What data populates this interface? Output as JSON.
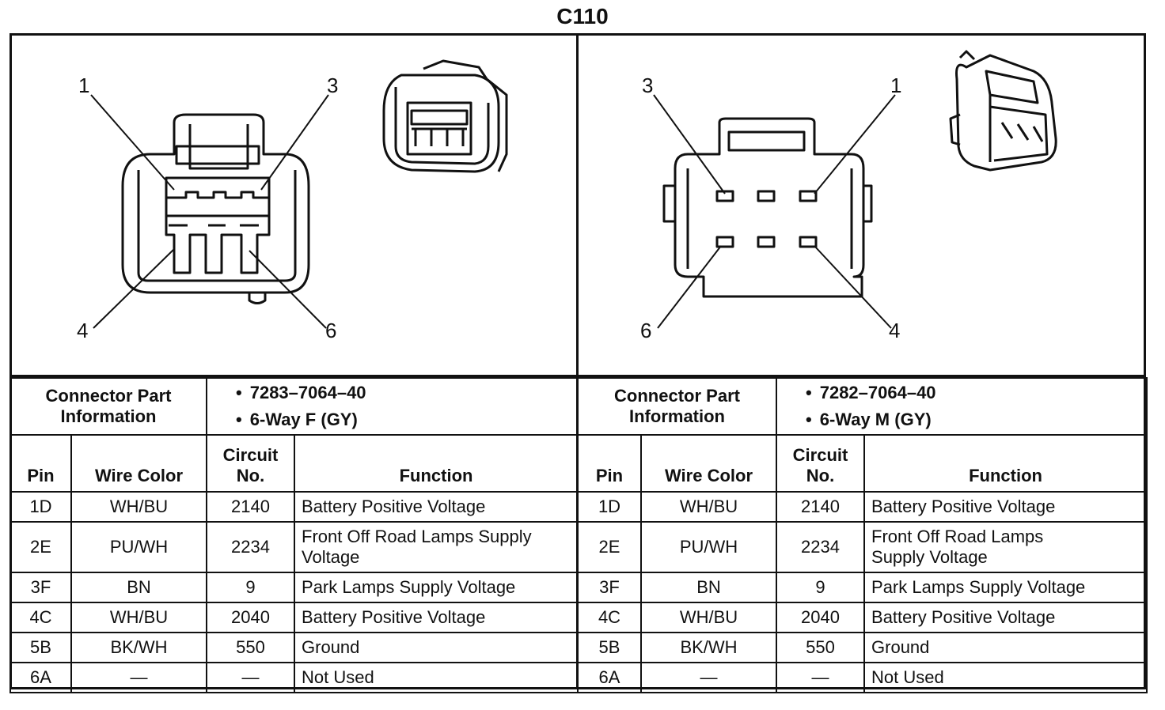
{
  "title": "C110",
  "left": {
    "callouts": {
      "p1": "1",
      "p3": "3",
      "p4": "4",
      "p6": "6"
    },
    "info_label_line1": "Connector Part",
    "info_label_line2": "Information",
    "part_number": "7283–7064–40",
    "part_type": "6-Way F (GY)",
    "headers": {
      "pin": "Pin",
      "wire": "Wire Color",
      "circuit_line1": "Circuit",
      "circuit_line2": "No.",
      "function": "Function"
    },
    "rows": [
      {
        "pin": "1D",
        "wire": "WH/BU",
        "circuit": "2140",
        "function": "Battery Positive Voltage"
      },
      {
        "pin": "2E",
        "wire": "PU/WH",
        "circuit": "2234",
        "function": "Front Off Road Lamps Supply Voltage"
      },
      {
        "pin": "3F",
        "wire": "BN",
        "circuit": "9",
        "function": "Park Lamps Supply Voltage"
      },
      {
        "pin": "4C",
        "wire": "WH/BU",
        "circuit": "2040",
        "function": "Battery Positive Voltage"
      },
      {
        "pin": "5B",
        "wire": "BK/WH",
        "circuit": "550",
        "function": "Ground"
      },
      {
        "pin": "6A",
        "wire": "—",
        "circuit": "—",
        "function": "Not Used"
      }
    ]
  },
  "right": {
    "callouts": {
      "p1": "1",
      "p3": "3",
      "p4": "4",
      "p6": "6"
    },
    "info_label_line1": "Connector Part",
    "info_label_line2": "Information",
    "part_number": "7282–7064–40",
    "part_type": "6-Way M (GY)",
    "headers": {
      "pin": "Pin",
      "wire": "Wire Color",
      "circuit_line1": "Circuit",
      "circuit_line2": "No.",
      "function": "Function"
    },
    "rows": [
      {
        "pin": "1D",
        "wire": "WH/BU",
        "circuit": "2140",
        "function": "Battery Positive Voltage"
      },
      {
        "pin": "2E",
        "wire": "PU/WH",
        "circuit": "2234",
        "function": "Front Off Road Lamps Supply Voltage"
      },
      {
        "pin": "3F",
        "wire": "BN",
        "circuit": "9",
        "function": "Park Lamps Supply Voltage"
      },
      {
        "pin": "4C",
        "wire": "WH/BU",
        "circuit": "2040",
        "function": "Battery Positive Voltage"
      },
      {
        "pin": "5B",
        "wire": "BK/WH",
        "circuit": "550",
        "function": "Ground"
      },
      {
        "pin": "6A",
        "wire": "—",
        "circuit": "—",
        "function": "Not Used"
      }
    ]
  }
}
